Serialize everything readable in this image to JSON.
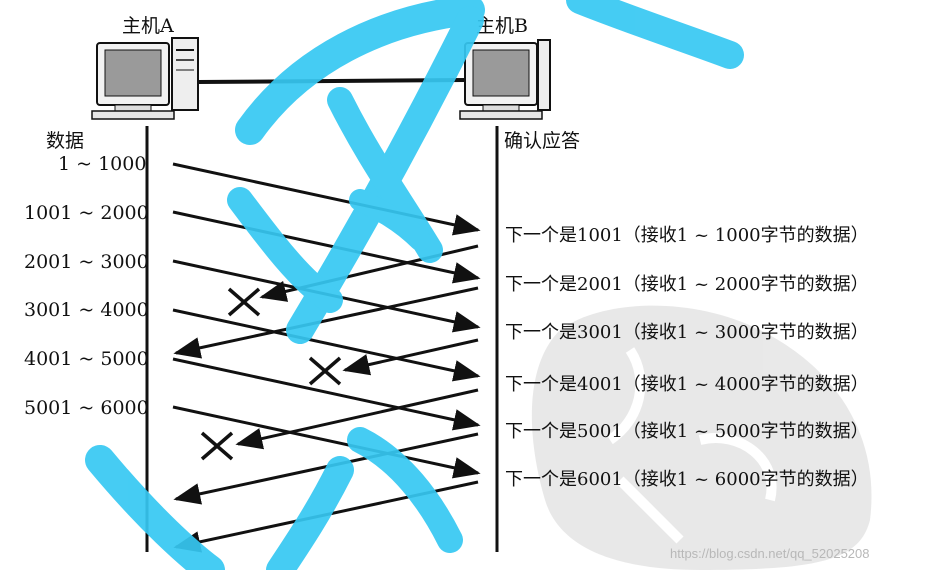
{
  "hosts": {
    "a_label": "主机A",
    "b_label": "主机B"
  },
  "axes": {
    "sender_heading": "数据",
    "receiver_heading": "确认应答"
  },
  "segments": [
    "1 ~ 1000",
    "1001 ~ 2000",
    "2001 ~ 3000",
    "3001 ~ 4000",
    "4001 ~ 5000",
    "5001 ~ 6000"
  ],
  "acks": [
    "下一个是1001（接收1 ~ 1000字节的数据）",
    "下一个是2001（接收1 ~ 2000字节的数据）",
    "下一个是3001（接收1 ~ 3000字节的数据）",
    "下一个是4001（接收1 ~ 4000字节的数据）",
    "下一个是5001（接收1 ~ 5000字节的数据）",
    "下一个是6001（接收1 ~ 6000字节的数据）"
  ],
  "lost_ack_count": 3,
  "watermark": "https://blog.csdn.net/qq_52025208",
  "colors": {
    "ink": "#111111",
    "overlay": "#36c8f2",
    "watermark": "#b8b8b8"
  }
}
